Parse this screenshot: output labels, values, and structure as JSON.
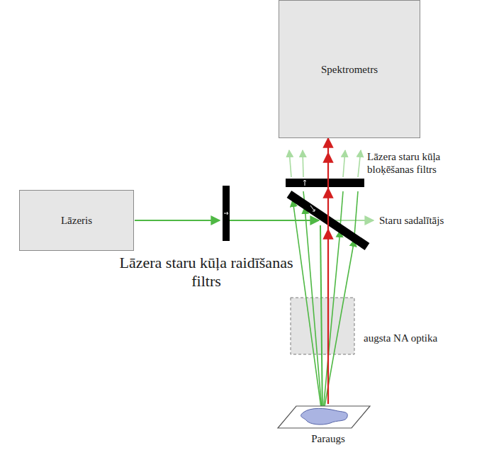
{
  "diagram": {
    "nodes": [
      {
        "text": [
          "Spektrometrs"
        ]
      },
      {
        "text": [
          "Lāzeris"
        ]
      },
      {
        "text": [
          "Paraugs"
        ]
      }
    ],
    "edges": [
      {
        "from": 2,
        "to": 0,
        "arrow": "to"
      }
    ],
    "labels": [
      "Lāzera staru kūļa bloķēšanas filtrs",
      "Staru sadalītājs",
      "Lāzera staru kūļa raidīšanas filtrs",
      "augsta NA optika"
    ]
  }
}
